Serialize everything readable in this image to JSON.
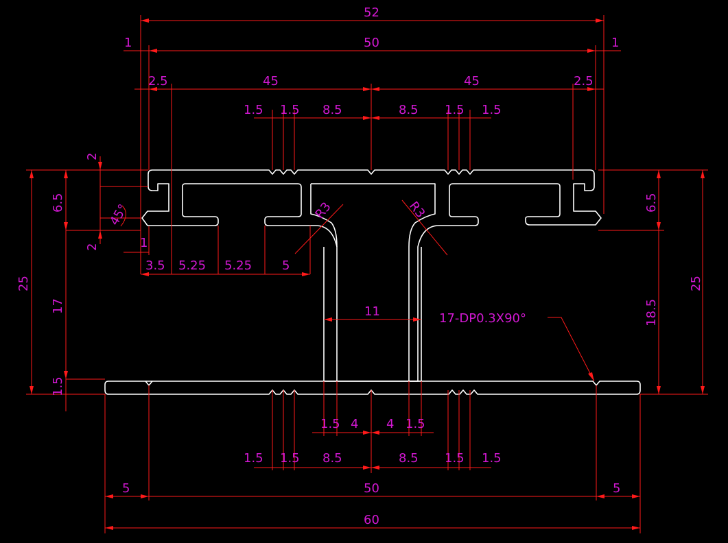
{
  "colors": {
    "background": "#000000",
    "profile": "#ffffff",
    "dimension_line": "#ff1a1a",
    "dimension_text": "#d218d2"
  },
  "dimensions": {
    "top_total_52": "52",
    "top_50": "50",
    "top_left_1": "1",
    "top_right_1": "1",
    "top_left_2_5": "2.5",
    "top_right_2_5": "2.5",
    "top_left_45": "45",
    "top_right_45": "45",
    "top_groove_1_5_a": "1.5",
    "top_groove_1_5_b": "1.5",
    "top_groove_8_5_left": "8.5",
    "top_groove_8_5_right": "8.5",
    "top_groove_1_5_c": "1.5",
    "top_groove_1_5_d": "1.5",
    "left_2_top": "2",
    "left_6_5": "6.5",
    "left_45_deg": "45°",
    "left_2_bottom": "2",
    "left_1": "1",
    "left_25": "25",
    "left_17": "17",
    "left_1_5": "1.5",
    "slot_3_5": "3.5",
    "slot_5_25_a": "5.25",
    "slot_5_25_b": "5.25",
    "slot_5": "5",
    "radius_left": "R3",
    "radius_right": "R3",
    "web_11": "11",
    "groove_note": "17-DP0.3X90°",
    "right_6_5": "6.5",
    "right_18_5": "18.5",
    "right_25": "25",
    "bottom_web_1_5_left": "1.5",
    "bottom_web_4_left": "4",
    "bottom_web_4_right": "4",
    "bottom_web_1_5_right": "1.5",
    "bottom_groove_1_5_a": "1.5",
    "bottom_groove_1_5_b": "1.5",
    "bottom_groove_8_5_left": "8.5",
    "bottom_groove_8_5_right": "8.5",
    "bottom_groove_1_5_c": "1.5",
    "bottom_groove_1_5_d": "1.5",
    "bottom_left_5": "5",
    "bottom_50": "50",
    "bottom_right_5": "5",
    "bottom_total_60": "60"
  }
}
